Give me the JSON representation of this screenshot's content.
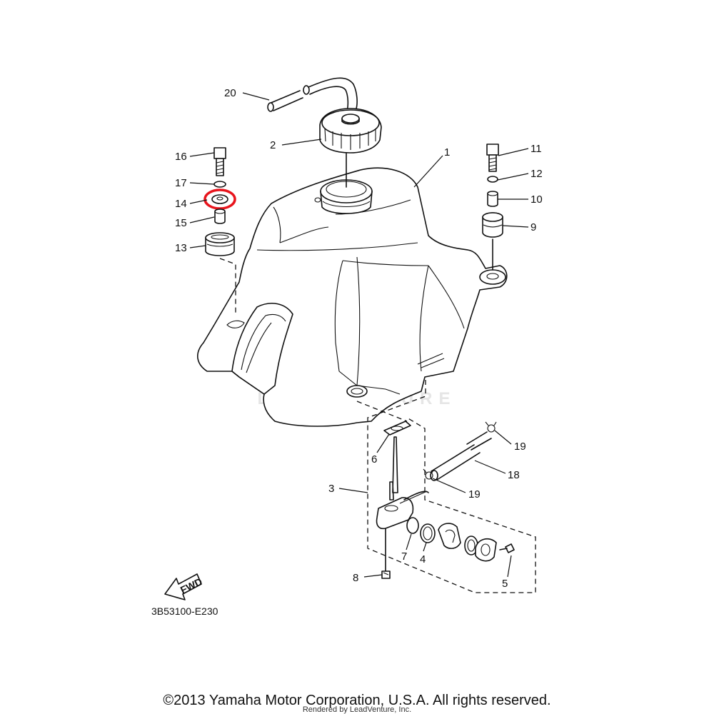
{
  "diagram": {
    "drawing_code": "3B53100-E230",
    "fwd_label": "FWD",
    "callouts": [
      "1",
      "2",
      "3",
      "4",
      "5",
      "6",
      "7",
      "8",
      "9",
      "10",
      "11",
      "12",
      "13",
      "14",
      "15",
      "16",
      "17",
      "18",
      "19",
      "19",
      "20"
    ],
    "highlight_part": "14",
    "highlight_color": "#e8141c",
    "line_color": "#111111"
  },
  "footer": {
    "copyright": "©2013 Yamaha Motor Corporation, U.S.A. All rights reserved.",
    "rendered_by": "Rendered by LeadVenture, Inc."
  },
  "watermark": {
    "text": "LEADVENTURE"
  }
}
